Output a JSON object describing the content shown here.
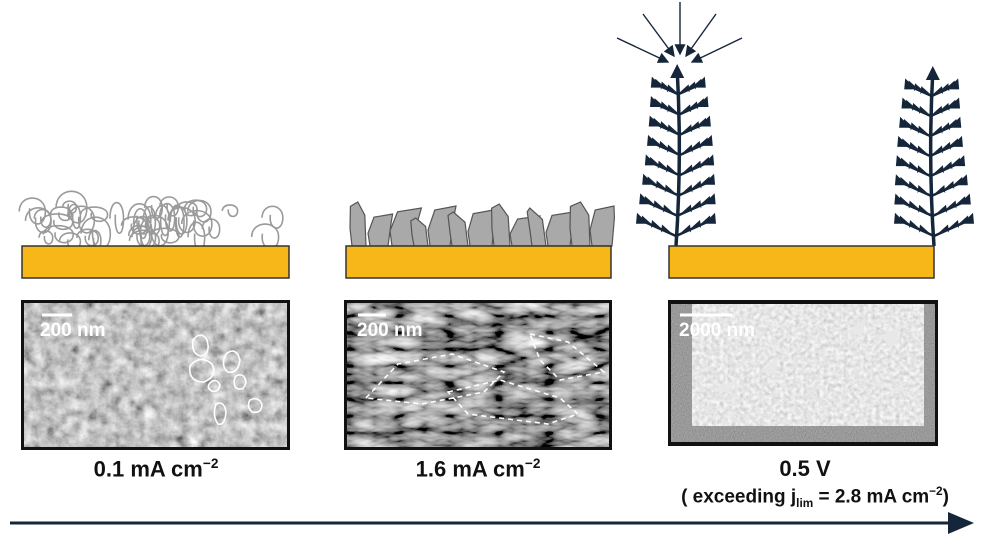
{
  "panels": [
    {
      "id": "low",
      "scale_bar": "200 nm",
      "label_value": "0.1",
      "label_unit": "mA cm",
      "label_exp": "−2",
      "deposit": "mossy-filaments"
    },
    {
      "id": "mid",
      "scale_bar": "200 nm",
      "label_value": "1.6",
      "label_unit": "mA cm",
      "label_exp": "−2",
      "deposit": "platelets"
    },
    {
      "id": "high",
      "scale_bar": "2000 nm",
      "label_value": "0.5 V",
      "sub_prefix": "( exceeding j",
      "sub_sub": "lim",
      "sub_suffix": " = 2.8 mA cm",
      "sub_exp": "−2",
      "sub_close": ")",
      "deposit": "dendrites"
    }
  ],
  "colors": {
    "substrate": "#F7B718",
    "substrate_outline": "#333333",
    "filament": "#9a9a9a",
    "platelet_fill": "#a9a9a9",
    "dendrite": "#16263a",
    "arrow": "#16263a",
    "sem_bg": "#3c3c3c"
  }
}
